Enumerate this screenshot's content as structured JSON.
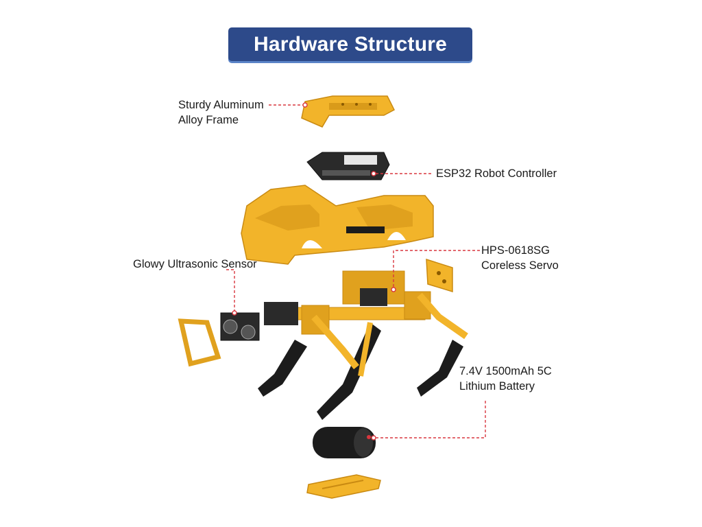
{
  "title": "Hardware Structure",
  "colors": {
    "banner": "#2d4a8a",
    "banner_shadow": "#5b84c8",
    "callout_line": "#d9363e",
    "aluminum": "#f2b42a",
    "aluminum_dark": "#c98a12",
    "leg_black": "#1c1c1c",
    "board": "#2a2a2a"
  },
  "labels": {
    "frame": {
      "line1": "Sturdy Aluminum",
      "line2": "Alloy Frame"
    },
    "controller": {
      "line1": "ESP32 Robot Controller"
    },
    "sensor": {
      "line1": "Glowy Ultrasonic Sensor"
    },
    "servo": {
      "line1": "HPS-0618SG",
      "line2": "Coreless Servo"
    },
    "battery": {
      "line1": "7.4V 1500mAh 5C",
      "line2": "Lithium Battery"
    }
  },
  "icons": [
    "top-frame-part",
    "esp32-board-part",
    "body-frame-part",
    "servo-part",
    "ultrasonic-sensor-part",
    "leg-part",
    "battery-part",
    "bottom-plate-part"
  ]
}
